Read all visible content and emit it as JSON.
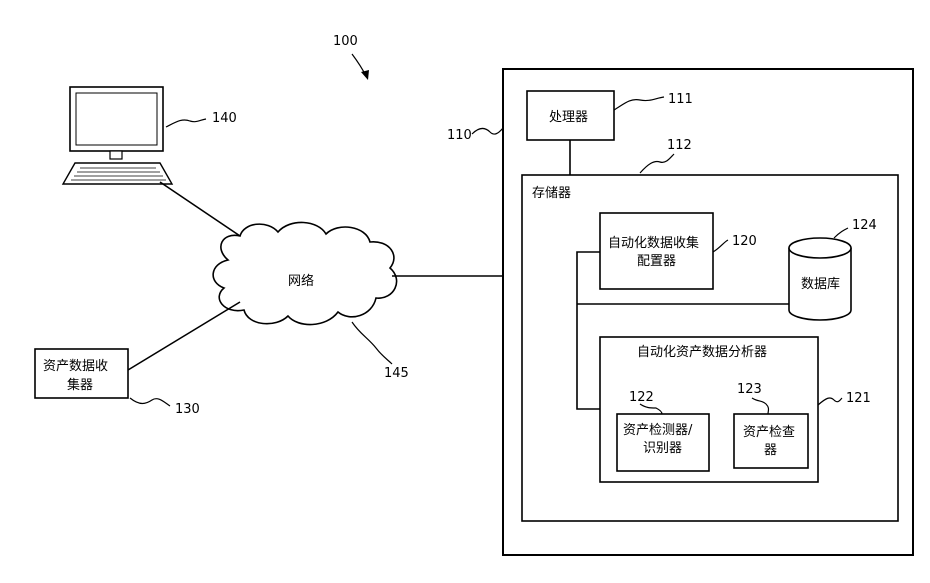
{
  "figure_ref": "100",
  "computer": {
    "ref": "140"
  },
  "network": {
    "label": "网络",
    "ref": "145"
  },
  "collector": {
    "label_line1": "资产数据收",
    "label_line2": "集器",
    "ref": "130"
  },
  "system": {
    "ref": "110"
  },
  "processor": {
    "label": "处理器",
    "ref": "111"
  },
  "memory": {
    "label": "存储器",
    "ref": "112"
  },
  "config": {
    "label_line1": "自动化数据收集",
    "label_line2": "配置器",
    "ref": "120"
  },
  "database": {
    "label": "数据库",
    "ref": "124"
  },
  "analyzer": {
    "label": "自动化资产数据分析器",
    "ref": "121"
  },
  "detector": {
    "label_line1": "资产检测器/",
    "label_line2": "识别器",
    "ref": "122"
  },
  "inspector": {
    "label_line1": "资产检查",
    "label_line2": "器",
    "ref": "123"
  }
}
